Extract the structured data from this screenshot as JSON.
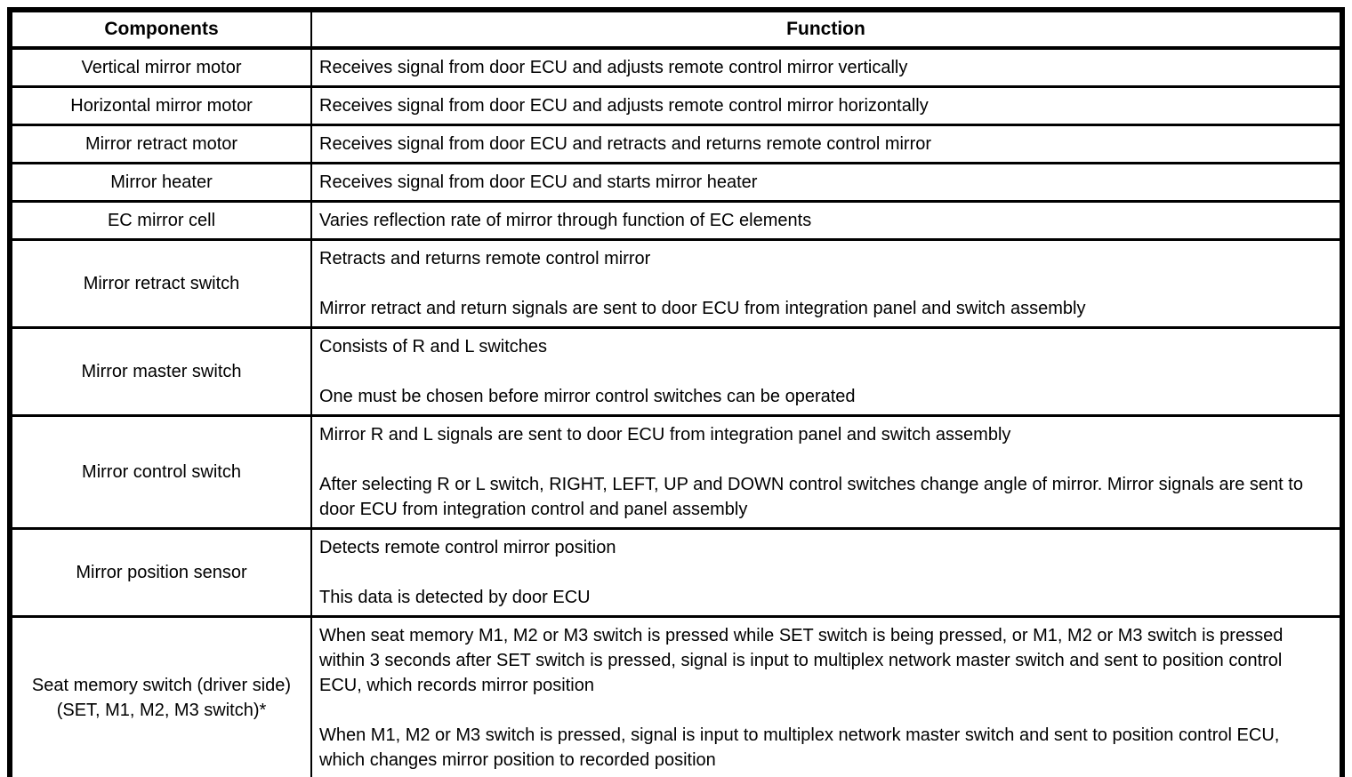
{
  "colors": {
    "background": "#ffffff",
    "border": "#000000",
    "text": "#000000"
  },
  "table": {
    "headers": {
      "components": "Components",
      "function": "Function"
    },
    "rows": [
      {
        "component": "Vertical mirror motor",
        "functions": [
          "Receives signal from door ECU and adjusts remote control mirror vertically"
        ]
      },
      {
        "component": "Horizontal mirror motor",
        "functions": [
          "Receives signal from door ECU and adjusts remote control mirror horizontally"
        ]
      },
      {
        "component": "Mirror retract motor",
        "functions": [
          "Receives signal from door ECU and retracts and returns remote control mirror"
        ]
      },
      {
        "component": "Mirror heater",
        "functions": [
          "Receives signal from door ECU and starts mirror heater"
        ]
      },
      {
        "component": "EC mirror cell",
        "functions": [
          "Varies reflection rate of mirror through function of EC elements"
        ]
      },
      {
        "component": "Mirror retract switch",
        "functions": [
          "Retracts and returns remote control mirror",
          "Mirror retract and return signals are sent to door ECU from integration panel and switch assembly"
        ]
      },
      {
        "component": "Mirror master switch",
        "functions": [
          "Consists of R and L switches",
          "One must be chosen before mirror control switches can be operated"
        ]
      },
      {
        "component": "Mirror control switch",
        "functions": [
          "Mirror R and L signals are sent to door ECU from integration panel and switch assembly",
          "After selecting R or L switch, RIGHT, LEFT, UP and DOWN control switches change angle of mirror. Mirror signals are sent to door ECU from integration control and panel assembly"
        ]
      },
      {
        "component": "Mirror position sensor",
        "functions": [
          "Detects remote control mirror position",
          "This data is detected by door ECU"
        ]
      },
      {
        "component": "Seat memory switch (driver side) (SET, M1, M2, M3 switch)*",
        "functions": [
          "When seat memory M1, M2 or M3 switch is pressed while SET switch is being pressed, or M1, M2 or M3 switch is pressed within 3 seconds after SET switch is pressed, signal is input to multiplex network master switch and sent to position control ECU, which records mirror position",
          "When M1, M2 or M3 switch is pressed, signal is input to multiplex network master switch and sent to position control ECU, which changes mirror position to recorded position"
        ]
      }
    ]
  }
}
